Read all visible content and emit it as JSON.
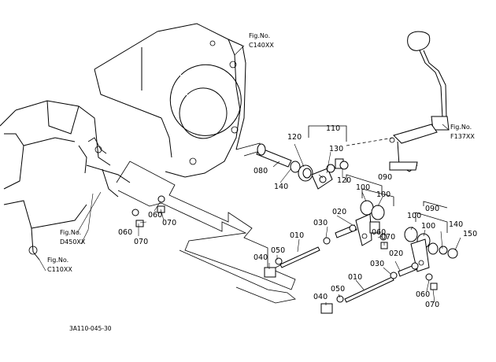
{
  "figure_refs": {
    "c140": {
      "label": "Fig.No.",
      "code": "C140XX"
    },
    "f137": {
      "label": "Fig.No.",
      "code": "F137XX"
    },
    "d450": {
      "label": "Fig.No.",
      "code": "D450XX"
    },
    "c110": {
      "label": "Fig.No.",
      "code": "C110XX"
    }
  },
  "part_numbers": {
    "p080": "080",
    "p140a": "140",
    "p120a": "120",
    "p110": "110",
    "p130": "130",
    "p120b": "120",
    "p090a": "090",
    "p100a": "100",
    "p100b": "100",
    "p060a": "060",
    "p070a": "070",
    "p060b": "060",
    "p070b": "070",
    "p020a": "020",
    "p030a": "030",
    "p060c": "060",
    "p070c": "070",
    "p010a": "010",
    "p050a": "050",
    "p040a": "040",
    "p100c": "100",
    "p090b": "090",
    "p100d": "100",
    "p140b": "140",
    "p150": "150",
    "p020b": "020",
    "p030b": "030",
    "p010b": "010",
    "p050b": "050",
    "p040b": "040",
    "p060d": "060",
    "p070d": "070"
  },
  "document_code": "3A110-045-30"
}
